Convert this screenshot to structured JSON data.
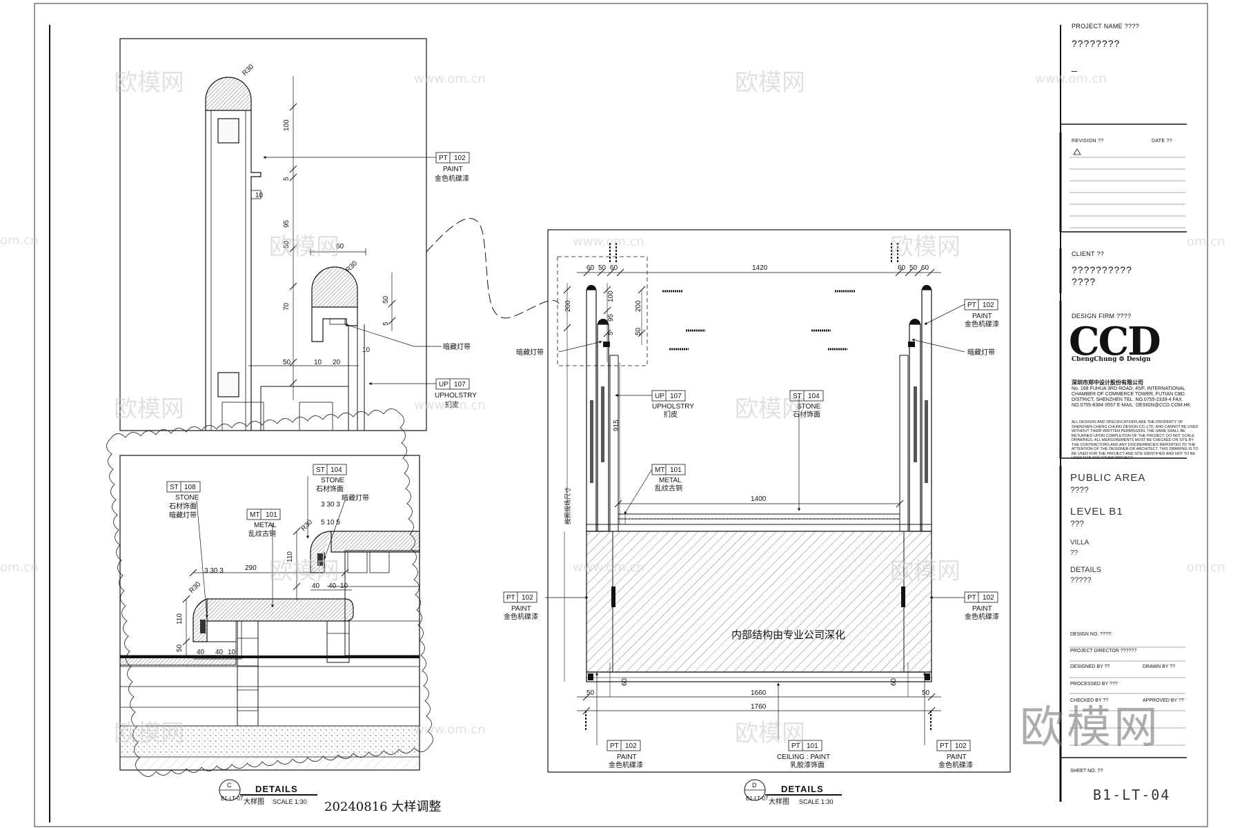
{
  "title_block": {
    "project_name_label": "PROJECT NAME ????",
    "project_name_value": "????????",
    "project_name_dash": "_",
    "revision_label": "REVISION ??",
    "date_label": "DATE ??",
    "client_label": "CLIENT ??",
    "client_value_1": "??????????",
    "client_value_2": "????",
    "design_firm_label": "DESIGN FIRM ????",
    "logo_text": "CCD",
    "logo_sub": "ChengChung ⚙ Design",
    "firm_name_cn": "深圳市郑中设计股份有限公司",
    "firm_address": "No. 168 FUHUA 3RD ROAD, 45/F, INTERNATIONAL CHAMBER OF COMMERCE TOWER, FUTIAN CBD DISTRICT, SHENZHEN TEL. NO.0755-2339-4 FAX. NO.0755-8384-3557 E-MAIL: DESIGN@CCD.COM.HK",
    "legal_note": "ALL DESIGNS AND SPECIFICATIONS ARE THE PROPERTY OF SHENZHEN CHENG CHUNG DESIGN CO.,LTD. AND CANNOT BE USED WITHOUT THEIR WRITTEN PERMISSION. THE SAME SHALL BE RETURNED UPON COMPLETION OF THE PROJECT. DO NOT SCALE DRAWINGS. ALL MEASUREMENTS MUST BE CHECKED ON SITE BY THE CONTRACTORS AND ANY DISCREPANCIES REPORTED TO THE ATTENTION OF THE DESIGNER OR ARCHITECT. THIS DRAWING IS TO BE USED FOR THE PROJECT AND SITE IDENTIFIED AND NOT TO BE USED FOR ANY OTHER PROJECT.",
    "area_1": "PUBLIC AREA",
    "area_1_cn": "????",
    "area_2": "LEVEL B1",
    "area_2_cn": "???",
    "area_3": "VILLA",
    "area_3_cn": "??",
    "area_4": "DETAILS",
    "area_4_cn": "?????",
    "design_no": "DESIGN NO.   ????:",
    "project_director": "PROJECT DIRECTOR   ??????",
    "designed_by": "DESIGNED BY   ??",
    "drawn_by": "DRAWN BY   ??",
    "processed_by": "PROCESSED BY  ???",
    "checked_by": "CHECKED BY ??",
    "approved_by": "APPROVED BY   ??",
    "sheet_no_label": "SHEET NO.   ??",
    "sheet_no": "B1-LT-04"
  },
  "detail_top": {
    "dims": [
      "R30",
      "100",
      "5",
      "95",
      "50",
      "70",
      "50",
      "10",
      "20",
      "60",
      "R30",
      "50",
      "5",
      "10",
      "10"
    ],
    "tag_pt": [
      "PT",
      "102",
      "PAINT",
      "金色机碟漆"
    ],
    "tag_up": [
      "UP",
      "107",
      "UPHOLSTRY",
      "扪皮"
    ],
    "led_note": "暗藏灯带"
  },
  "detail_c": {
    "tag_st108": [
      "ST",
      "108",
      "STONE",
      "石材饰面"
    ],
    "note_led": "暗藏灯带",
    "tag_st104": [
      "ST",
      "104",
      "STONE",
      "石材饰面"
    ],
    "note_led2": "暗藏灯带",
    "tag_mt": [
      "MT",
      "101",
      "METAL",
      "乱纹古铜"
    ],
    "dims": [
      "290",
      "110",
      "50",
      "40",
      "40",
      "10",
      "3 30 3",
      "110",
      "40",
      "40",
      "10",
      "R30",
      "R30",
      "5 10 5",
      "3 30 3"
    ],
    "marker_letter": "C",
    "marker_ref": "B1-LT-07",
    "title": "DETAILS",
    "subtitle": "大样图",
    "scale": "SCALE  1:30",
    "revision_note": "20240816 大样调整"
  },
  "detail_d": {
    "dims_top": [
      "60",
      "50",
      "60",
      "1420",
      "60",
      "50",
      "60"
    ],
    "dims_left": [
      "200",
      "100",
      "95",
      "5",
      "200",
      "50",
      "915"
    ],
    "dim_mid": "1400",
    "dims_bottom": [
      "50",
      "60",
      "1660",
      "1760",
      "60",
      "50"
    ],
    "tag_pt_tr": [
      "PT",
      "102",
      "PAINT",
      "金色机碟漆"
    ],
    "note_led_left": "暗藏灯带",
    "note_led_right": "暗藏灯带",
    "tag_up": [
      "UP",
      "107",
      "UPHOLSTRY",
      "扪皮"
    ],
    "tag_st": [
      "ST",
      "104",
      "STONE",
      "石材饰面"
    ],
    "tag_mt": [
      "MT",
      "101",
      "METAL",
      "乱纹古铜"
    ],
    "tag_pt_left": [
      "PT",
      "102",
      "PAINT",
      "金色机碟漆"
    ],
    "tag_pt_right": [
      "PT",
      "102",
      "PAINT",
      "金色机碟漆"
    ],
    "structure_note": "内部结构由专业公司深化",
    "vertical_note": "按照现场尺寸",
    "tag_pt_bl": [
      "PT",
      "102",
      "PAINT",
      "金色机碟漆"
    ],
    "tag_pt_bc": [
      "PT",
      "101",
      "CEILING : PAINT",
      "乳胶漆饰面"
    ],
    "tag_pt_br": [
      "PT",
      "102",
      "PAINT",
      "金色机碟漆"
    ],
    "marker_letter": "D",
    "marker_ref": "B1-LT-07",
    "title": "DETAILS",
    "subtitle": "大样图",
    "scale": "SCALE  1:30"
  },
  "watermarks": {
    "logo_cn": "欧模网",
    "url": "www.om.cn",
    "url_short": "om.cn",
    "big": "欧模网"
  }
}
